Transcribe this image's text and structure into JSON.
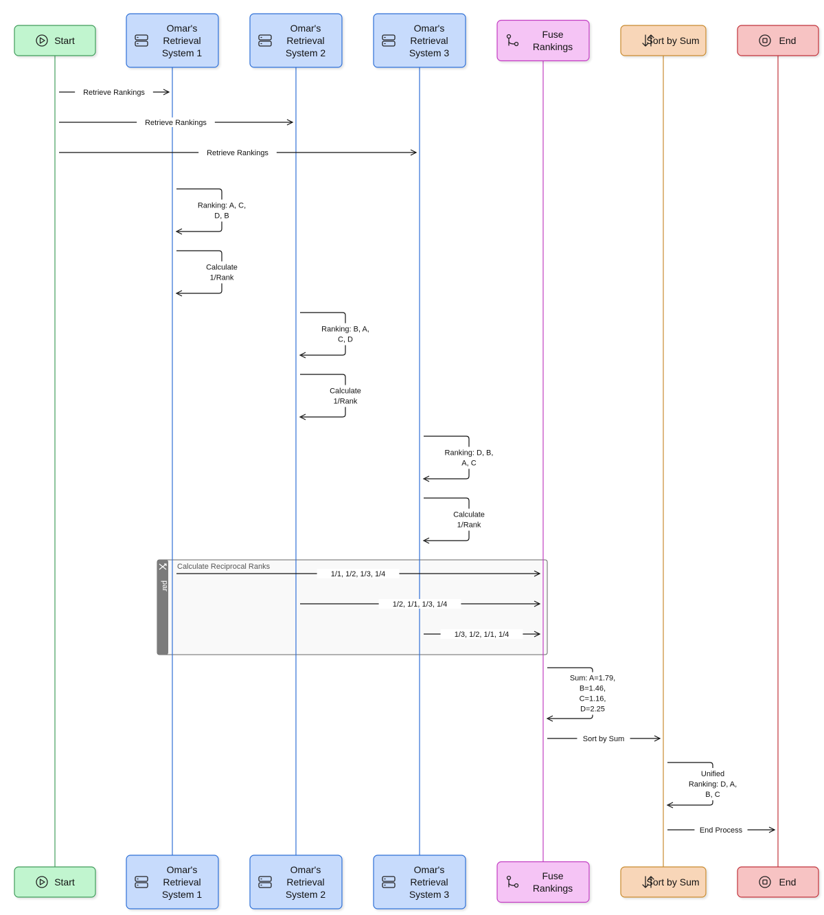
{
  "participants": [
    {
      "id": "start",
      "label": [
        "Start"
      ],
      "icon": "play-icon",
      "fill": "#c1f5cf",
      "stroke": "#3f9c5a",
      "line": "#3f9c5a"
    },
    {
      "id": "sys1",
      "label": [
        "Omar's",
        "Retrieval",
        "System 1"
      ],
      "icon": "server-icon",
      "fill": "#c7dbfc",
      "stroke": "#2f6fd6",
      "line": "#2f6fd6"
    },
    {
      "id": "sys2",
      "label": [
        "Omar's",
        "Retrieval",
        "System 2"
      ],
      "icon": "server-icon",
      "fill": "#c7dbfc",
      "stroke": "#2f6fd6",
      "line": "#2f6fd6"
    },
    {
      "id": "sys3",
      "label": [
        "Omar's",
        "Retrieval",
        "System 3"
      ],
      "icon": "server-icon",
      "fill": "#c7dbfc",
      "stroke": "#2f6fd6",
      "line": "#2f6fd6"
    },
    {
      "id": "fuse",
      "label": [
        "Fuse",
        "Rankings"
      ],
      "icon": "merge-icon",
      "fill": "#f5c4f5",
      "stroke": "#c23ec2",
      "line": "#c23ec2"
    },
    {
      "id": "sort",
      "label": [
        "Sort by Sum"
      ],
      "icon": "sort-icon",
      "fill": "#f8d6b8",
      "stroke": "#c88a2e",
      "line": "#c88a2e"
    },
    {
      "id": "end",
      "label": [
        "End"
      ],
      "icon": "stop-icon",
      "fill": "#f7c3c3",
      "stroke": "#c0333a",
      "line": "#c0333a"
    }
  ],
  "messages": [
    {
      "from": "start",
      "to": "sys1",
      "label": [
        "Retrieve Rankings"
      ]
    },
    {
      "from": "start",
      "to": "sys2",
      "label": [
        "Retrieve Rankings"
      ]
    },
    {
      "from": "start",
      "to": "sys3",
      "label": [
        "Retrieve Rankings"
      ]
    },
    {
      "self": "sys1",
      "label": [
        "Ranking: A, C,",
        "D, B"
      ]
    },
    {
      "self": "sys1",
      "label": [
        "Calculate",
        "1/Rank"
      ]
    },
    {
      "self": "sys2",
      "label": [
        "Ranking: B, A,",
        "C, D"
      ]
    },
    {
      "self": "sys2",
      "label": [
        "Calculate",
        "1/Rank"
      ]
    },
    {
      "self": "sys3",
      "label": [
        "Ranking: D, B,",
        "A, C"
      ]
    },
    {
      "self": "sys3",
      "label": [
        "Calculate",
        "1/Rank"
      ]
    },
    {
      "from": "sys1",
      "to": "fuse",
      "label": [
        "1/1, 1/2, 1/3, 1/4"
      ]
    },
    {
      "from": "sys2",
      "to": "fuse",
      "label": [
        "1/2, 1/1, 1/3, 1/4"
      ]
    },
    {
      "from": "sys3",
      "to": "fuse",
      "label": [
        "1/3, 1/2, 1/1, 1/4"
      ]
    },
    {
      "self": "fuse",
      "label": [
        "Sum: A=1.79,",
        "B=1.46,",
        "C=1.16,",
        "D=2.25"
      ]
    },
    {
      "from": "fuse",
      "to": "sort",
      "label": [
        "Sort by Sum"
      ]
    },
    {
      "self": "sort",
      "label": [
        "Unified",
        "Ranking: D, A,",
        "B, C"
      ]
    },
    {
      "from": "sort",
      "to": "end",
      "label": [
        "End Process"
      ]
    }
  ],
  "par_block": {
    "keyword": "par",
    "title": "Calculate Reciprocal Ranks",
    "icon": "shuffle-icon"
  }
}
